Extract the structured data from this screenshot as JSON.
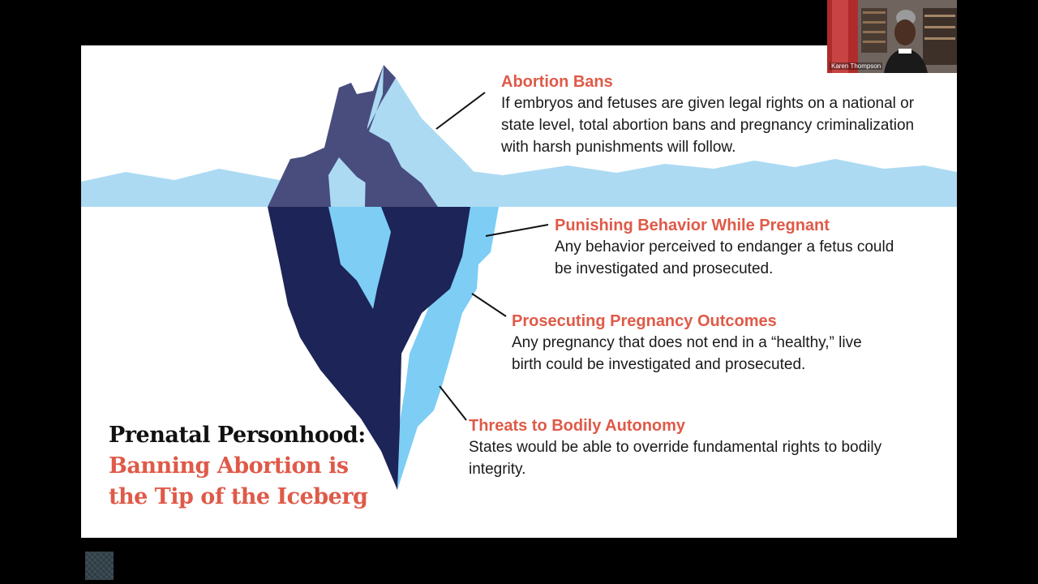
{
  "slide": {
    "title_line1": "Prenatal Personhood:",
    "title_line2": "Banning Abortion is the Tip of the Iceberg",
    "sections": [
      {
        "heading": "Abortion Bans",
        "body": "If embryos and fetuses are given legal rights on a national or state level, total abortion bans and pregnancy criminalization with harsh punishments will follow."
      },
      {
        "heading": "Punishing Behavior While Pregnant",
        "body": "Any behavior perceived to endanger a fetus could be investigated and prosecuted."
      },
      {
        "heading": "Prosecuting Pregnancy Outcomes",
        "body": "Any pregnancy that does not end in a “healthy,” live birth could be investigated and prosecuted."
      },
      {
        "heading": "Threats to Bodily Autonomy",
        "body": "States would be able to override fundamental rights to bodily integrity."
      }
    ]
  },
  "participant": {
    "name": "Karen Thompson"
  },
  "colors": {
    "accent": "#df5a48",
    "iceberg_dark": "#1d2457",
    "iceberg_mid": "#484d7d",
    "iceberg_light": "#a9dcf3",
    "iceberg_bright": "#7dcdf5",
    "water": "#ffffff",
    "background": "#000000"
  }
}
